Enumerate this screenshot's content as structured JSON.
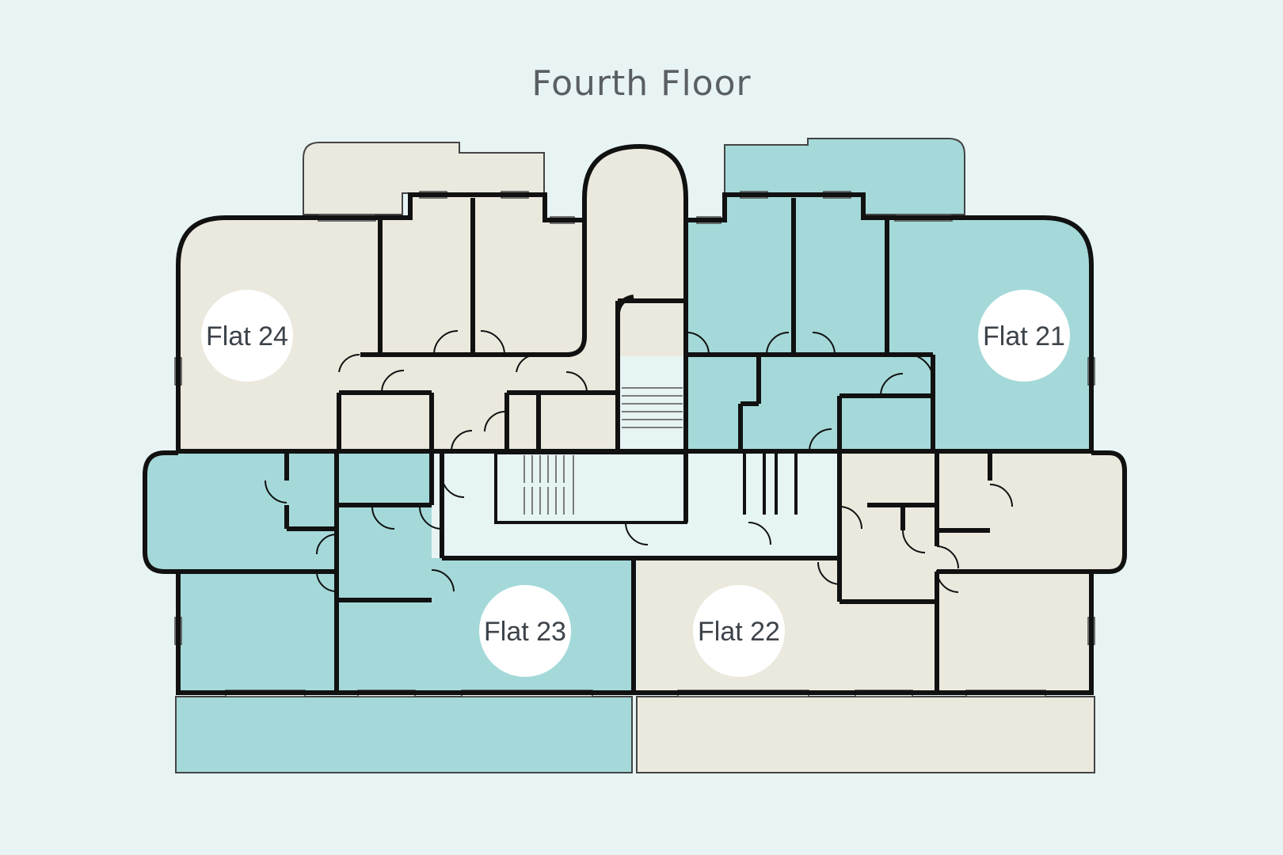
{
  "title": "Fourth Floor",
  "colors": {
    "background": "#e8f4f4",
    "teal": "#a5d9d9",
    "beige": "#ebe8de",
    "common": "#e6f4f3",
    "wall": "#111111",
    "label_circle": "#ffffff"
  },
  "flats": [
    {
      "label": "Flat 24",
      "shade": "beige"
    },
    {
      "label": "Flat 21",
      "shade": "teal"
    },
    {
      "label": "Flat 23",
      "shade": "teal"
    },
    {
      "label": "Flat 22",
      "shade": "beige"
    }
  ]
}
